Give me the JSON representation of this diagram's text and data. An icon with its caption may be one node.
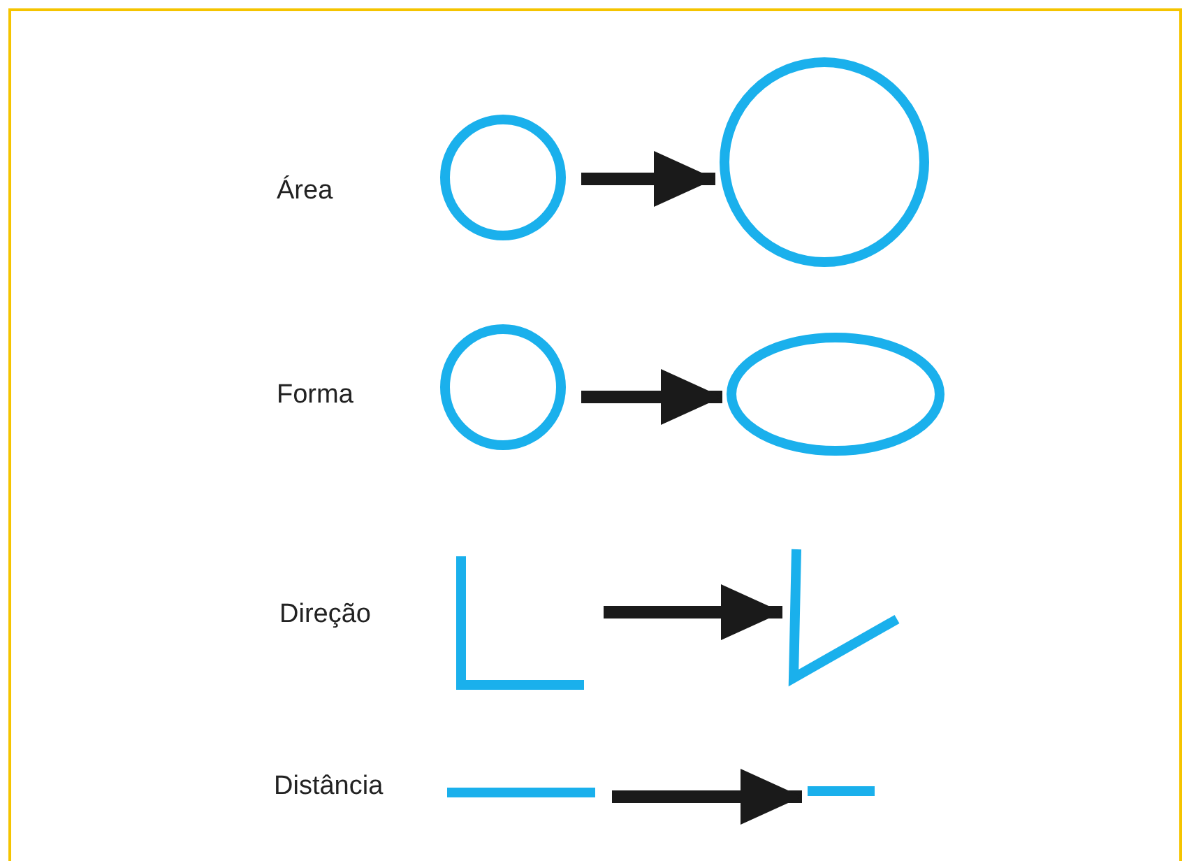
{
  "diagram": {
    "nodes": [
      {
        "text": [],
        "shape": "circle"
      },
      {
        "text": [],
        "shape": "circle"
      },
      {
        "text": [],
        "shape": "circle"
      },
      {
        "text": [],
        "shape": "ellipse"
      },
      {
        "text": [],
        "shape": "angle"
      },
      {
        "text": [],
        "shape": "angle"
      },
      {
        "text": [],
        "shape": "line"
      },
      {
        "text": [],
        "shape": "line"
      }
    ],
    "edges": [
      {
        "from": 0,
        "to": 1,
        "arrow": "to"
      },
      {
        "from": 2,
        "to": 3,
        "arrow": "to"
      },
      {
        "from": 4,
        "to": 5,
        "arrow": "to"
      },
      {
        "from": 6,
        "to": 7,
        "arrow": "to"
      }
    ],
    "labels": [
      "Área",
      "Forma",
      "Direção",
      "Distância"
    ]
  }
}
